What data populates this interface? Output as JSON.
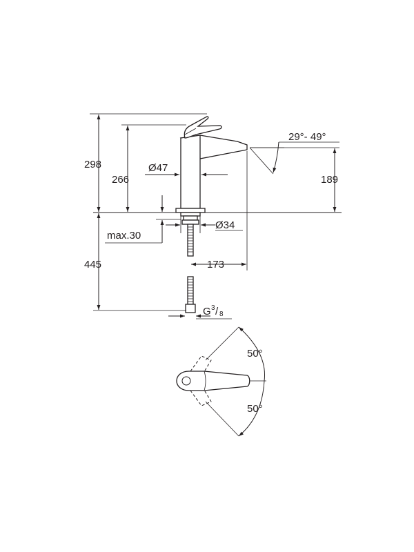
{
  "dimensions": {
    "overall_height": "298",
    "spout_height": "266",
    "outlet_height": "189",
    "spout_angle": "29°- 49°",
    "body_diameter": "Ø47",
    "hole_diameter": "Ø34",
    "max_thickness": "max.30",
    "hose_length": "445",
    "spout_reach": "173",
    "thread_letter": "G",
    "thread_numerator": "3",
    "thread_slash": "/",
    "thread_denominator": "8"
  },
  "top_view": {
    "upper_angle": "50°",
    "lower_angle": "50°"
  }
}
